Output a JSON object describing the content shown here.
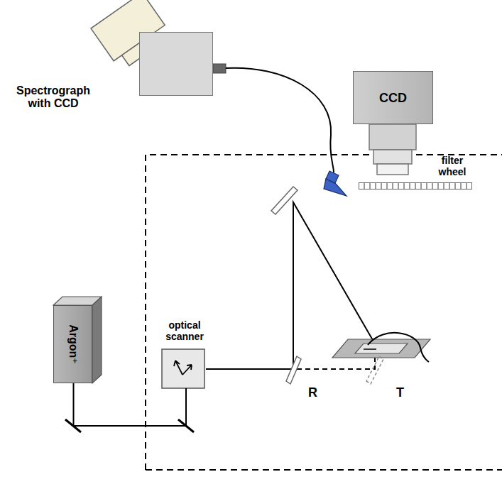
{
  "diagram": {
    "nodes": [
      {
        "text": [
          "Spectrograph with CCD"
        ]
      },
      {
        "text": [
          "CCD"
        ]
      },
      {
        "text": [
          "filter wheel"
        ]
      },
      {
        "text": [
          "optical scanner"
        ]
      },
      {
        "text": [
          "Argon⁺"
        ]
      }
    ],
    "edges": [
      {
        "from": 4,
        "to": 3,
        "arrow": "none"
      }
    ],
    "labels": [
      "R",
      "T"
    ]
  }
}
